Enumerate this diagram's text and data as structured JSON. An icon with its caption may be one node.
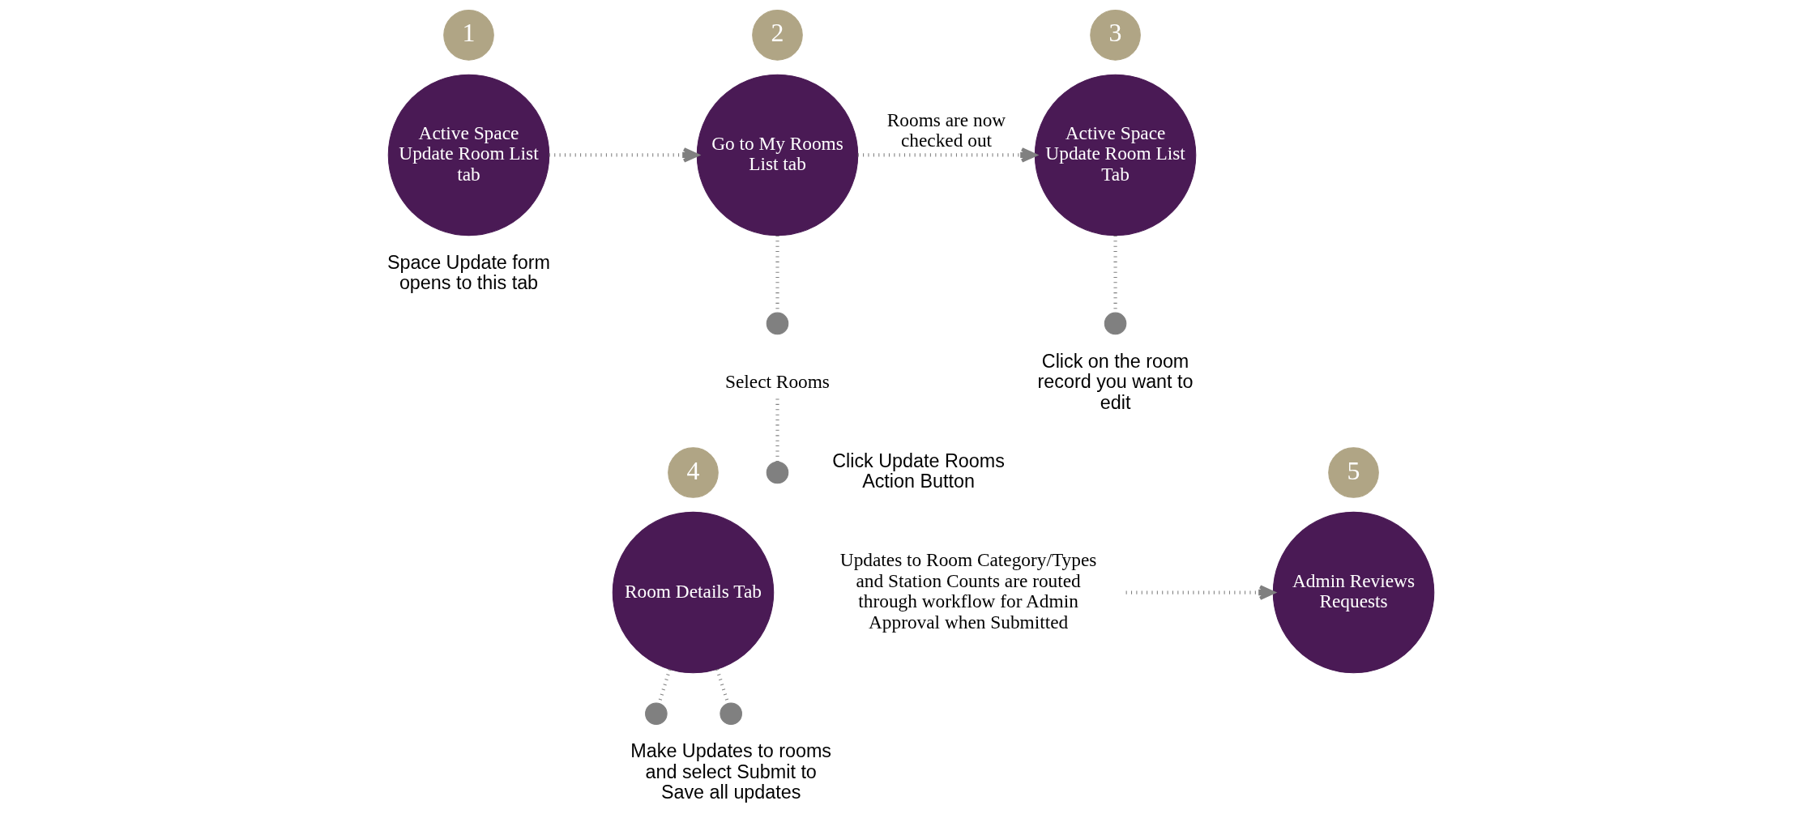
{
  "diagram": {
    "nodes": [
      {
        "text": [
          "1"
        ]
      },
      {
        "text": [
          "Active Space Update Room List tab"
        ],
        "beside": [
          "Space Update form opens to this tab"
        ]
      },
      {
        "text": [
          "2"
        ]
      },
      {
        "text": [
          "Go to My Rooms List tab"
        ]
      },
      {
        "text": [
          "3"
        ]
      },
      {
        "text": [
          "Active Space Update Room List Tab"
        ]
      },
      {
        "text": [],
        "shape": "circle"
      },
      {
        "text": [],
        "shape": "circle",
        "beside": [
          "Click Update Rooms Action Button"
        ]
      },
      {
        "text": [
          "Select Rooms"
        ]
      },
      {
        "text": [],
        "shape": "circle",
        "beside": [
          "Click on the room record you want to edit"
        ]
      },
      {
        "text": [
          "4"
        ]
      },
      {
        "text": [
          "Room Details Tab"
        ]
      },
      {
        "text": [],
        "shape": "circle"
      },
      {
        "text": [
          "Updates to Room Category/Types and Station Counts are routed through workflow for Admin Approval when Submitted"
        ]
      },
      {
        "text": [
          "5"
        ]
      },
      {
        "text": [
          "Admin Reviews Requests"
        ]
      },
      {
        "text": [],
        "shape": "circle",
        "beside": [
          "Make Updates to rooms and select Submit to Save all updates"
        ]
      }
    ],
    "edges": [
      {
        "from": 1,
        "to": 3,
        "arrow": "to"
      },
      {
        "from": 3,
        "to": 5,
        "arrow": "to",
        "label": "Rooms are now checked out"
      },
      {
        "from": 3,
        "to": 6,
        "arrow": "none"
      },
      {
        "from": 8,
        "to": 7,
        "arrow": "none"
      },
      {
        "from": 5,
        "to": 9,
        "arrow": "none"
      },
      {
        "from": 11,
        "to": 12,
        "arrow": "none"
      },
      {
        "from": 11,
        "to": 16,
        "arrow": "none"
      },
      {
        "from": 13,
        "to": 15,
        "arrow": "to"
      }
    ]
  }
}
